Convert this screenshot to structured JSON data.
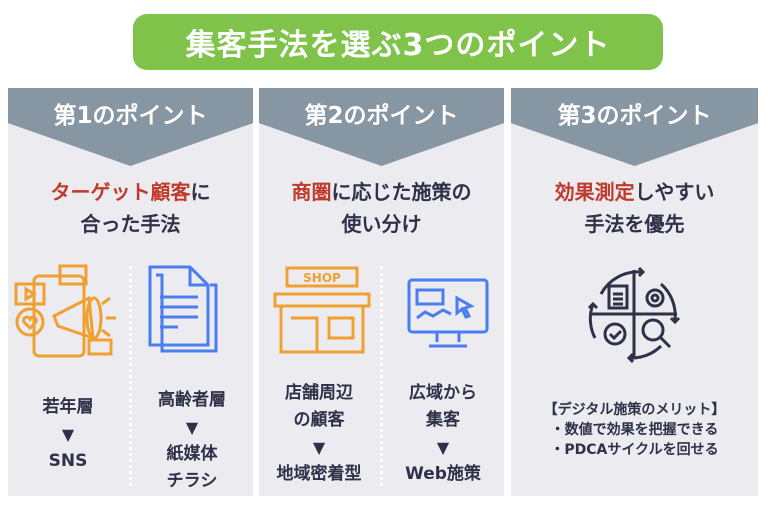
{
  "title": "集客手法を選ぶ3つのポイント",
  "points": [
    {
      "header": "第1のポイント",
      "heading_red": "ターゲット顧客",
      "heading_rest": "に",
      "heading_line2": "合った手法",
      "left": {
        "lines": [
          "若年層"
        ],
        "arrow": "▼",
        "result": [
          "SNS"
        ]
      },
      "right": {
        "lines": [
          "高齢者層"
        ],
        "arrow": "▼",
        "result": [
          "紙媒体",
          "チラシ"
        ]
      }
    },
    {
      "header": "第2のポイント",
      "heading_red": "商圏",
      "heading_rest": "に応じた施策の",
      "heading_line2": "使い分け",
      "shop_sign": "SHOP",
      "left": {
        "lines": [
          "店舗周辺",
          "の顧客"
        ],
        "arrow": "▼",
        "result": [
          "地域密着型"
        ]
      },
      "right": {
        "lines": [
          "広域から",
          "集客"
        ],
        "arrow": "▼",
        "result": [
          "Web施策"
        ]
      }
    },
    {
      "header": "第3のポイント",
      "heading_red": "効果測定",
      "heading_rest": "しやすい",
      "heading_line2": "手法を優先",
      "merits": [
        "【デジタル施策のメリット】",
        "・数値で効果を把握できる",
        "・PDCAサイクルを回せる"
      ]
    }
  ],
  "colors": {
    "green": "#80c34a",
    "header": "#8796a3",
    "panel": "#ebebf0",
    "red": "#c0392b",
    "orange": "#f0a030",
    "blue": "#4a7df0",
    "dark": "#2e3148"
  }
}
